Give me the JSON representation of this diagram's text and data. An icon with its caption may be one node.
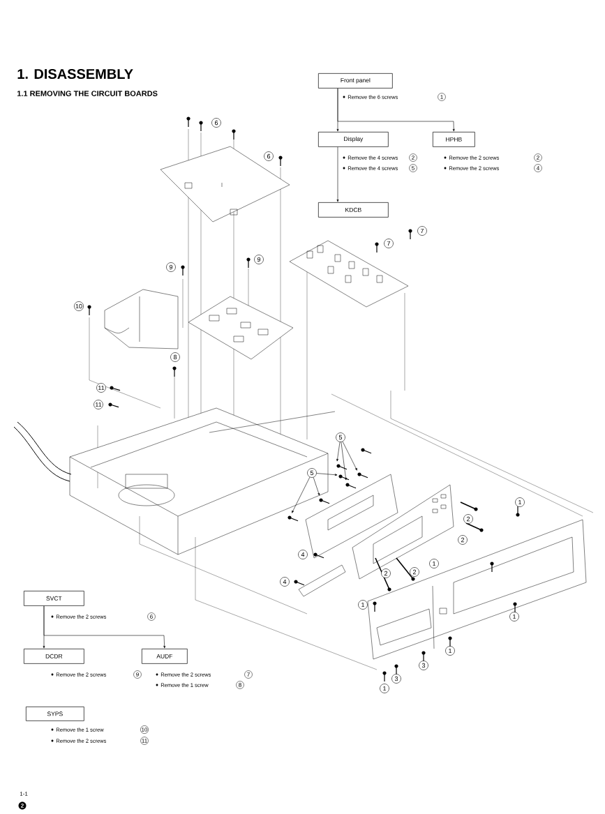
{
  "diagram": {
    "title": "1. DISASSEMBLY",
    "nodes": [
      {
        "text": [
          "Front panel"
        ]
      },
      {
        "text": [
          "Display"
        ]
      },
      {
        "text": [
          "HPHB"
        ]
      },
      {
        "text": [
          "KDCB"
        ]
      },
      {
        "text": [
          "SVCT"
        ]
      },
      {
        "text": [
          "DCDR"
        ]
      },
      {
        "text": [
          "AUDF"
        ]
      },
      {
        "text": [
          "SYPS"
        ]
      },
      {
        "text": [
          "5"
        ]
      },
      {
        "text": [
          "5"
        ]
      },
      {
        "text": [
          "6"
        ]
      },
      {
        "text": [
          "6"
        ]
      },
      {
        "text": [
          "7"
        ]
      },
      {
        "text": [
          "7"
        ]
      },
      {
        "text": [
          "9"
        ]
      },
      {
        "text": [
          "9"
        ]
      },
      {
        "text": [
          "10"
        ]
      },
      {
        "text": [
          "8"
        ]
      },
      {
        "text": [
          "11"
        ]
      },
      {
        "text": [
          "11"
        ]
      },
      {
        "text": [
          "1"
        ]
      },
      {
        "text": [
          "2"
        ]
      },
      {
        "text": [
          "2"
        ]
      },
      {
        "text": [
          "4"
        ]
      },
      {
        "text": [
          "1"
        ]
      },
      {
        "text": [
          "2"
        ]
      },
      {
        "text": [
          "2"
        ]
      },
      {
        "text": [
          "4"
        ]
      },
      {
        "text": [
          "1"
        ]
      },
      {
        "text": [
          "1"
        ]
      },
      {
        "text": [
          "1"
        ]
      },
      {
        "text": [
          "3"
        ]
      },
      {
        "text": [
          "3"
        ]
      },
      {
        "text": [
          "1"
        ]
      }
    ],
    "edges": [
      {
        "from": 0,
        "to": 1,
        "arrow": "to"
      },
      {
        "from": 0,
        "to": 2,
        "arrow": "to"
      },
      {
        "from": 1,
        "to": 3,
        "arrow": "to"
      },
      {
        "from": 4,
        "to": 5,
        "arrow": "to"
      },
      {
        "from": 4,
        "to": 6,
        "arrow": "to"
      },
      {
        "from": 8,
        "to": null,
        "arrow": "to"
      },
      {
        "from": 8,
        "to": null,
        "arrow": "to"
      },
      {
        "from": 8,
        "to": null,
        "arrow": "to"
      },
      {
        "from": 9,
        "to": null,
        "arrow": "to"
      },
      {
        "from": 9,
        "to": null,
        "arrow": "to"
      },
      {
        "from": 9,
        "to": null,
        "arrow": "to"
      }
    ],
    "labels": [
      "1.1 REMOVING THE CIRCUIT BOARDS",
      "Remove the 6 screws",
      "1",
      "Remove the 4 screws",
      "2",
      "Remove the 2 screws",
      "2",
      "Remove the 4 screws",
      "5",
      "Remove the 2 screws",
      "4",
      "Remove the 2 screws",
      "6",
      "Remove the 2 screws",
      "9",
      "Remove the 2 screws",
      "7",
      "Remove the 1 screw",
      "8",
      "Remove the 1 screw",
      "10",
      "Remove the 2 screws",
      "11",
      "1-1",
      "2"
    ]
  }
}
